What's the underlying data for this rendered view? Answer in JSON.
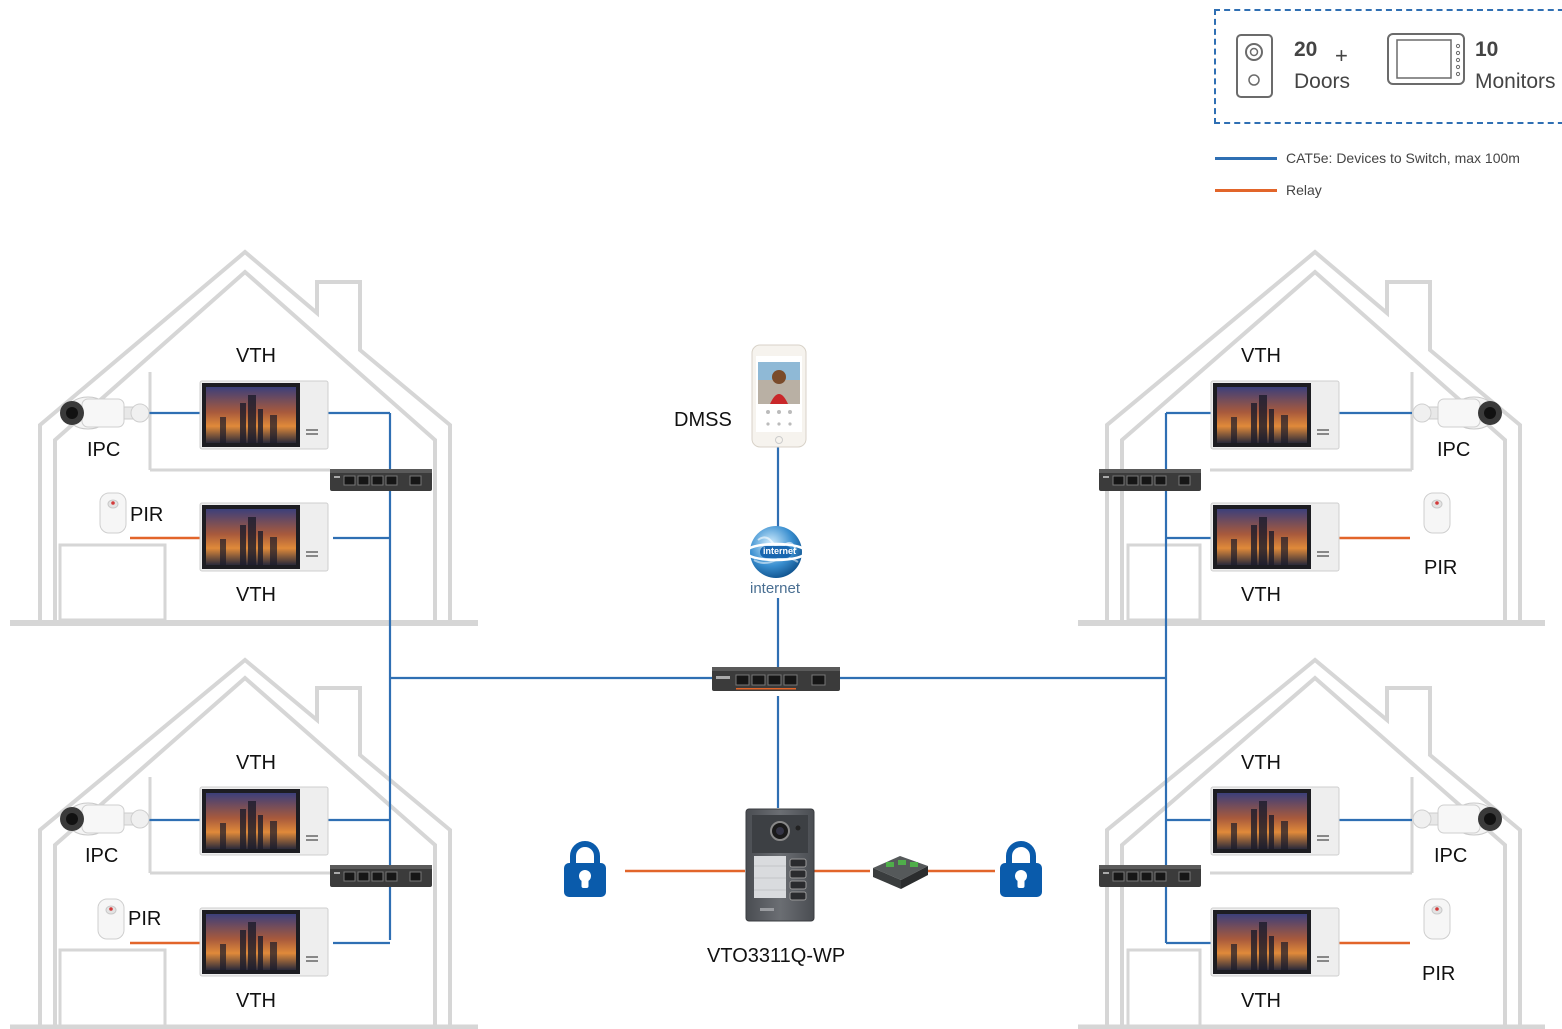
{
  "legend": {
    "doors_count": "20",
    "doors_label": "Doors",
    "plus": "+",
    "monitors_count": "10",
    "monitors_label": "Monitors",
    "cable_items": [
      {
        "label": "CAT5e: Devices to Switch, max 100m",
        "color": "#2f6fb3"
      },
      {
        "label": "Relay",
        "color": "#e2652a"
      }
    ]
  },
  "center": {
    "app_label": "DMSS",
    "internet_label": "internet",
    "internet_badge": "internet",
    "door_station_label": "VTO3311Q-WP"
  },
  "houses": {
    "top_left": {
      "vth_top": "VTH",
      "vth_bottom": "VTH",
      "ipc": "IPC",
      "pir": "PIR"
    },
    "bottom_left": {
      "vth_top": "VTH",
      "vth_bottom": "VTH",
      "ipc": "IPC",
      "pir": "PIR"
    },
    "top_right": {
      "vth_top": "VTH",
      "vth_bottom": "VTH",
      "ipc": "IPC",
      "pir": "PIR"
    },
    "bottom_right": {
      "vth_top": "VTH",
      "vth_bottom": "VTH",
      "ipc": "IPC",
      "pir": "PIR"
    }
  },
  "colors": {
    "network": "#2f6fb3",
    "relay": "#e2652a",
    "lock": "#0a5bab",
    "house_outline": "#d6d6d6"
  }
}
